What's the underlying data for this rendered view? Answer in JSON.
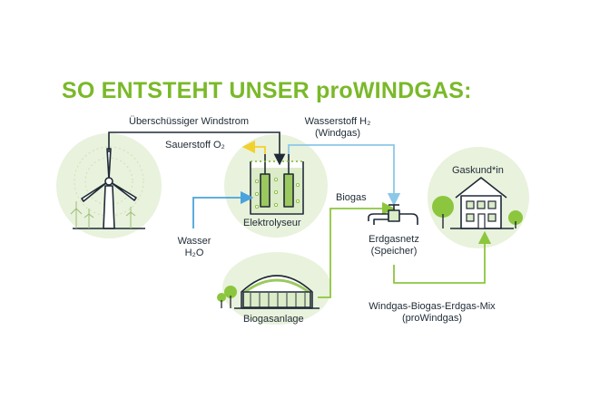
{
  "title": "SO ENTSTEHT UNSER proWINDGAS:",
  "labels": {
    "windstrom": "Überschüssiger Windstrom",
    "sauerstoff": "Sauerstoff O₂",
    "wasserstoff_line1": "Wasserstoff H₂",
    "wasserstoff_line2": "(Windgas)",
    "elektrolyseur": "Elektrolyseur",
    "wasser_line1": "Wasser",
    "wasser_line2": "H₂O",
    "biogas": "Biogas",
    "erdgasnetz_line1": "Erdgasnetz",
    "erdgasnetz_line2": "(Speicher)",
    "gaskunde": "Gaskund*in",
    "biogasanlage": "Biogasanlage",
    "mix_line1": "Windgas-Biogas-Erdgas-Mix",
    "mix_line2": "(proWindgas)"
  },
  "colors": {
    "brand_green": "#7ab929",
    "circle_bg": "#e9f2dc",
    "line_dark": "#1f2a36",
    "hydrogen_blue": "#8cc8e8",
    "water_blue": "#4aa3dc",
    "oxygen_yellow": "#f2d12e",
    "biogas_green": "#8cc63f"
  },
  "icons": [
    "wind-turbine-icon",
    "electrolyser-icon",
    "gas-valve-icon",
    "house-icon",
    "biogas-plant-icon",
    "tree-icon"
  ]
}
